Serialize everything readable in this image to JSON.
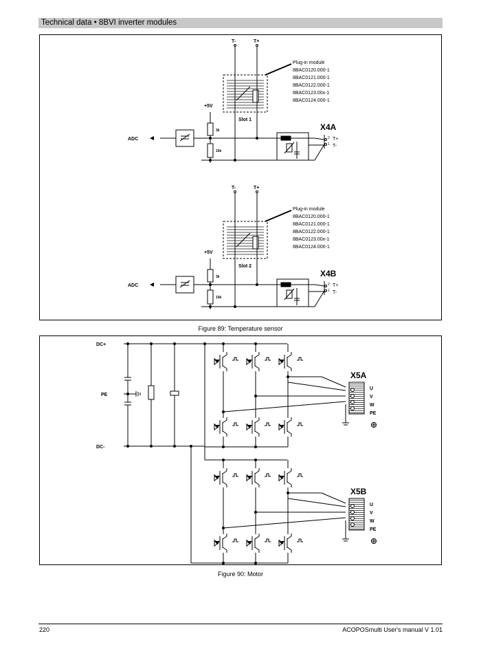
{
  "header": {
    "title": "Technical data • 8BVI inverter modules"
  },
  "figure89": {
    "caption": "Figure 89: Temperature sensor",
    "slots": [
      {
        "slot_label": "Slot 1",
        "connector": "X4A"
      },
      {
        "slot_label": "Slot 2",
        "connector": "X4B"
      }
    ],
    "sensor_minus": "T-",
    "sensor_plus": "T+",
    "module_title": "Plug-in module",
    "modules": [
      "8BAC0120.000-1",
      "8BAC0121.000-1",
      "8BAC0122.000-1",
      "8BAC0123.00x-1",
      "8BAC0124.000-1"
    ],
    "supply": "+5V",
    "adc": "ADC",
    "r_top": "3k",
    "r_bottom": "10k",
    "pin2": "2",
    "pin1": "1"
  },
  "figure90": {
    "caption": "Figure 90: Motor",
    "dc_plus": "DC+",
    "dc_minus": "DC-",
    "pe": "PE",
    "connectors": [
      {
        "name": "X5A",
        "terminals": [
          "U",
          "V",
          "W",
          "PE"
        ]
      },
      {
        "name": "X5B",
        "terminals": [
          "U",
          "V",
          "W",
          "PE"
        ]
      }
    ]
  },
  "footer": {
    "page_number": "220",
    "manual": "ACOPOSmulti User's manual V 1.01"
  }
}
